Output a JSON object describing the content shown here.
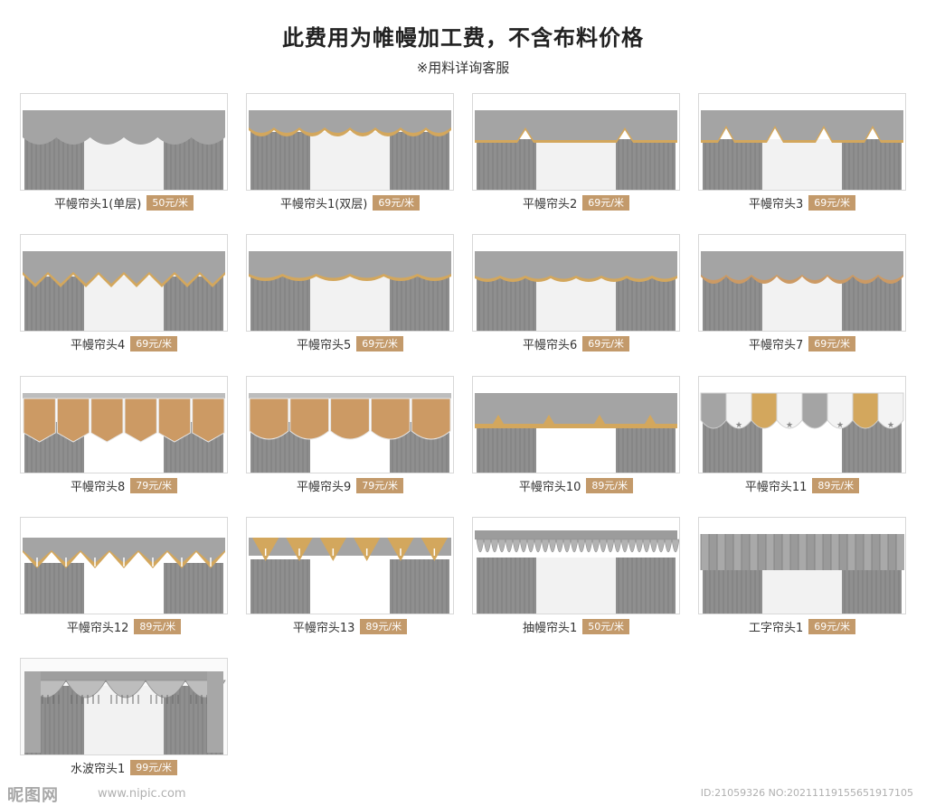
{
  "header": {
    "title": "此费用为帷幔加工费，不含布料价格",
    "subtitle": "※用料详询客服"
  },
  "colors": {
    "price_badge": "#c39a6b",
    "valance_gray": "#a4a4a4",
    "trim_gold": "#d3a75d",
    "panel_tan": "#cc9a64",
    "curtain_gray": "#8f8f8f",
    "sheer": "#f2f2f2"
  },
  "items": [
    {
      "name": "平幔帘头1(单层)",
      "price": "50元/米"
    },
    {
      "name": "平幔帘头1(双层)",
      "price": "69元/米"
    },
    {
      "name": "平幔帘头2",
      "price": "69元/米"
    },
    {
      "name": "平幔帘头3",
      "price": "69元/米"
    },
    {
      "name": "平幔帘头4",
      "price": "69元/米"
    },
    {
      "name": "平幔帘头5",
      "price": "69元/米"
    },
    {
      "name": "平幔帘头6",
      "price": "69元/米"
    },
    {
      "name": "平幔帘头7",
      "price": "69元/米"
    },
    {
      "name": "平幔帘头8",
      "price": "79元/米"
    },
    {
      "name": "平幔帘头9",
      "price": "79元/米"
    },
    {
      "name": "平幔帘头10",
      "price": "89元/米"
    },
    {
      "name": "平幔帘头11",
      "price": "89元/米"
    },
    {
      "name": "平幔帘头12",
      "price": "89元/米"
    },
    {
      "name": "平幔帘头13",
      "price": "89元/米"
    },
    {
      "name": "抽幔帘头1",
      "price": "50元/米"
    },
    {
      "name": "工字帘头1",
      "price": "69元/米"
    },
    {
      "name": "水波帘头1",
      "price": "99元/米"
    }
  ],
  "watermark": {
    "logo": "昵图网",
    "url": "www.nipic.com",
    "id": "ID:21059326 NO:20211119155651917105"
  }
}
